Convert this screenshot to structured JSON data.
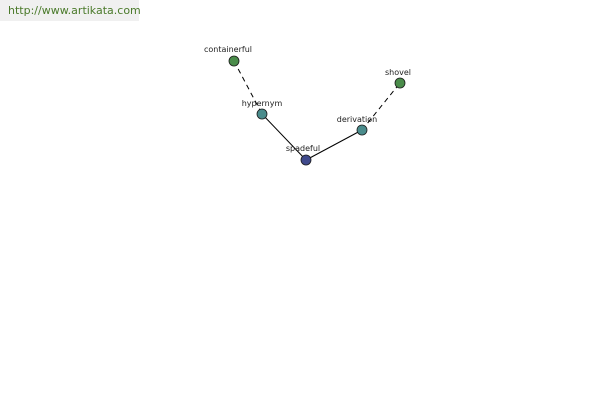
{
  "site": {
    "url_label": "http://www.artikata.com"
  },
  "graph": {
    "center": {
      "label": "spadeful",
      "color": "#404a8c"
    },
    "nodes": [
      {
        "id": "containerful",
        "label": "containerful",
        "color": "#4a8c4a"
      },
      {
        "id": "hypernym",
        "label": "hypernym",
        "color": "#4a8c8c"
      },
      {
        "id": "spadeful",
        "label": "spadeful",
        "color": "#404a8c"
      },
      {
        "id": "derivation",
        "label": "derivation",
        "color": "#4a8c8c"
      },
      {
        "id": "shovel",
        "label": "shovel",
        "color": "#4a8c4a"
      }
    ],
    "edges": [
      {
        "from": "containerful",
        "to": "hypernym",
        "style": "dashed"
      },
      {
        "from": "hypernym",
        "to": "spadeful",
        "style": "solid"
      },
      {
        "from": "spadeful",
        "to": "derivation",
        "style": "solid"
      },
      {
        "from": "derivation",
        "to": "shovel",
        "style": "dashed"
      }
    ]
  }
}
